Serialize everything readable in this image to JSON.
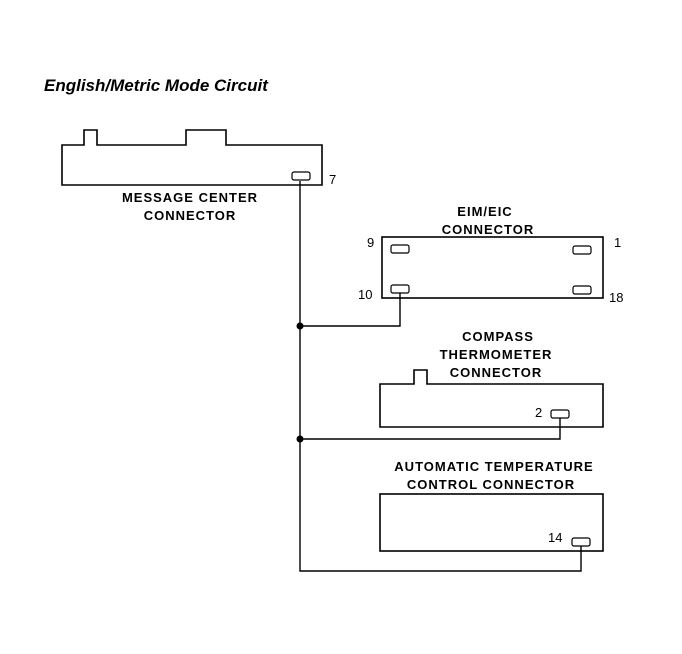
{
  "title": "English/Metric Mode Circuit",
  "message_center": {
    "label_line1": "MESSAGE CENTER",
    "label_line2": "CONNECTOR",
    "pin": "7"
  },
  "eim_eic": {
    "label_line1": "EIM/EIC",
    "label_line2": "CONNECTOR",
    "pin_top_left": "9",
    "pin_top_right": "1",
    "pin_bottom_left": "10",
    "pin_bottom_right": "18"
  },
  "compass": {
    "label_line1": "COMPASS",
    "label_line2": "THERMOMETER",
    "label_line3": "CONNECTOR",
    "pin": "2"
  },
  "atc": {
    "label_line1": "AUTOMATIC TEMPERATURE",
    "label_line2": "CONTROL CONNECTOR",
    "pin": "14"
  }
}
